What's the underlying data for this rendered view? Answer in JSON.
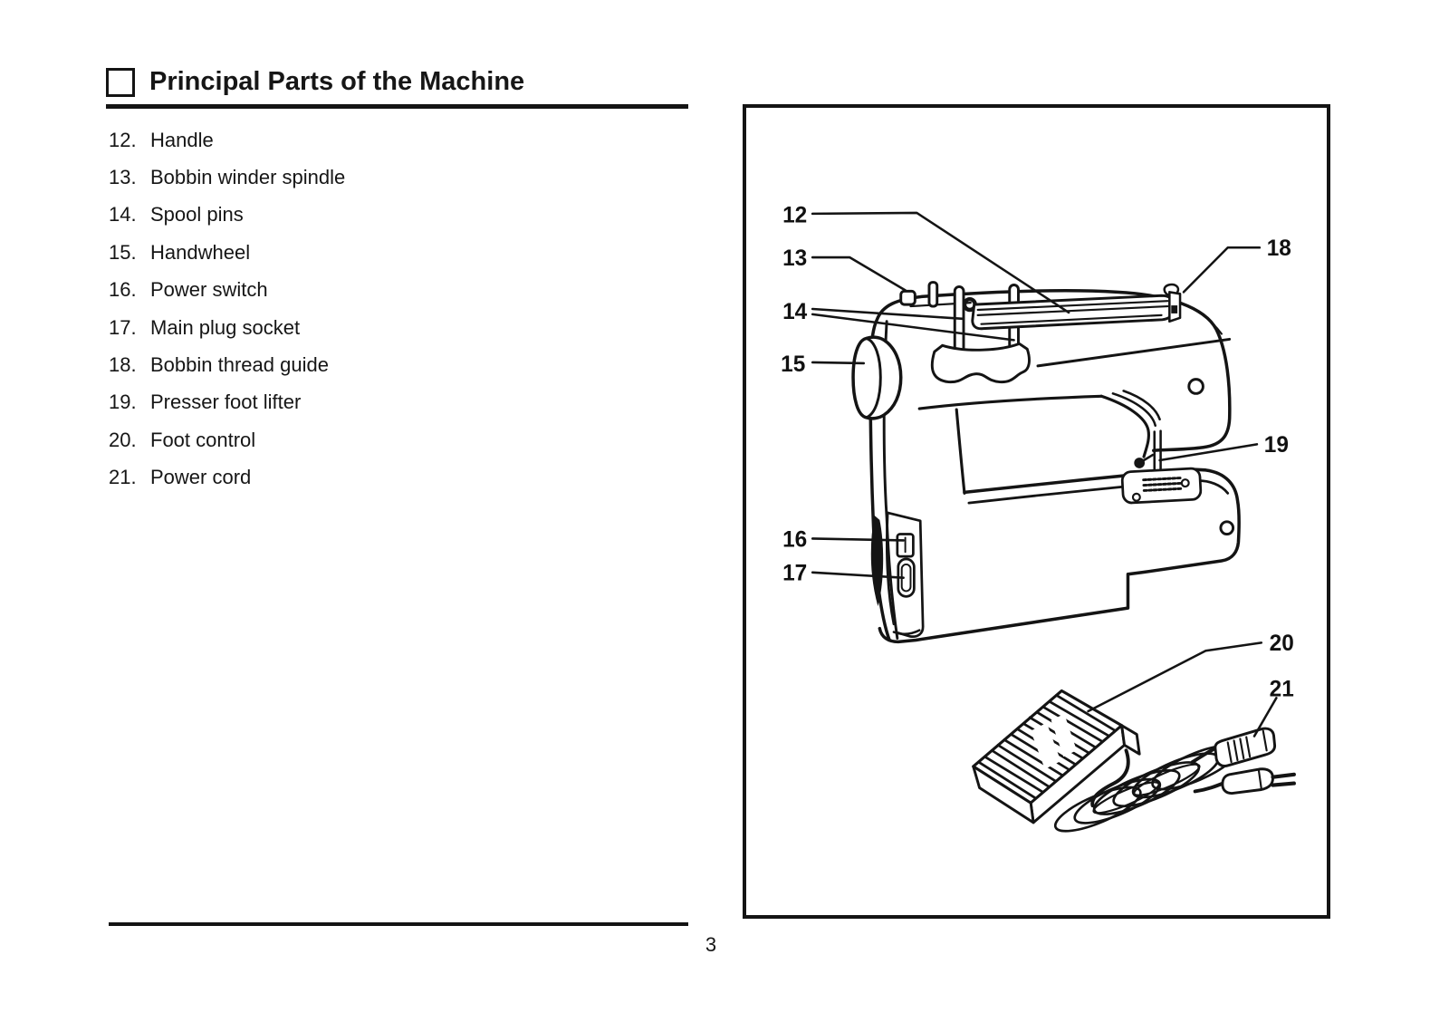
{
  "header": {
    "title": "Principal Parts of the Machine"
  },
  "parts_list": [
    {
      "num": "12.",
      "label": "Handle"
    },
    {
      "num": "13.",
      "label": "Bobbin winder spindle"
    },
    {
      "num": "14.",
      "label": "Spool pins"
    },
    {
      "num": "15.",
      "label": "Handwheel"
    },
    {
      "num": "16.",
      "label": "Power switch"
    },
    {
      "num": "17.",
      "label": "Main plug socket"
    },
    {
      "num": "18.",
      "label": "Bobbin thread guide"
    },
    {
      "num": "19.",
      "label": "Presser foot lifter"
    },
    {
      "num": "20.",
      "label": "Foot control"
    },
    {
      "num": "21.",
      "label": "Power cord"
    }
  ],
  "diagram": {
    "callouts": [
      {
        "num": "12",
        "target": "handle"
      },
      {
        "num": "13",
        "target": "bobbin-winder-spindle"
      },
      {
        "num": "14",
        "target": "spool-pins"
      },
      {
        "num": "15",
        "target": "handwheel"
      },
      {
        "num": "16",
        "target": "power-switch"
      },
      {
        "num": "17",
        "target": "main-plug-socket"
      },
      {
        "num": "18",
        "target": "bobbin-thread-guide"
      },
      {
        "num": "19",
        "target": "presser-foot-lifter"
      },
      {
        "num": "20",
        "target": "foot-control"
      },
      {
        "num": "21",
        "target": "power-cord"
      }
    ]
  },
  "footer": {
    "page_number": "3"
  },
  "colors": {
    "ink": "#141414",
    "paper": "#ffffff"
  }
}
